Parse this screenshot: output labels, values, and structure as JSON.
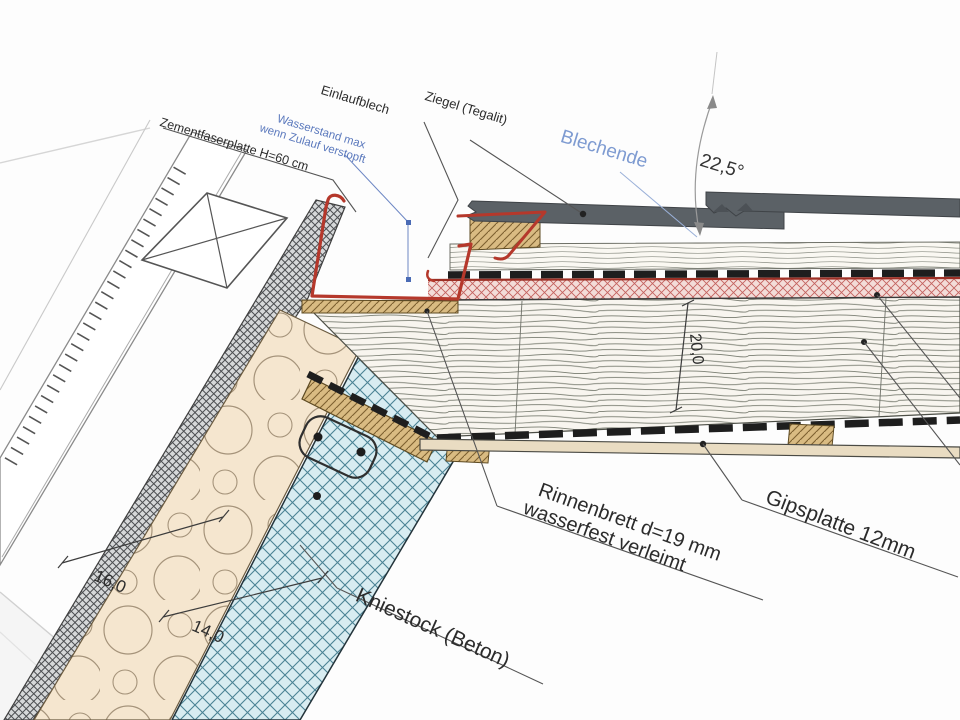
{
  "annotations": {
    "zementfaserplatte": "Zementfaserplatte H=60 cm",
    "wasserstand_line1": "Wasserstand max",
    "wasserstand_line2": "wenn Zulauf verstopft",
    "einlaufblech": "Einlaufblech",
    "ziegel": "Ziegel (Tegalit)",
    "blechende": "Blechende",
    "rinnenbrett_line1": "Rinnenbrett d=19 mm",
    "rinnenbrett_line2": "wasserfest verleimt",
    "gipsplatte": "Gipsplatte 12mm",
    "kniestock": "Kniestock (Beton)"
  },
  "dimensions": {
    "roof_angle": "22,5°",
    "rafter_depth": "20,0",
    "insulation_width": "16,0",
    "concrete_width": "14,0"
  },
  "colors": {
    "annotation_blue": "#5b79bd",
    "label_blue_light": "#7e9bd1",
    "flashing_red": "#b5382b",
    "tile_grey": "#5b6166",
    "membrane_pink": "#f3dcd8",
    "membrane_hatch_red": "#c4625f",
    "concrete_blue": "#d8ecf1",
    "insulation_beige": "#f5e6cf",
    "wood_tan": "#d9bb82"
  }
}
